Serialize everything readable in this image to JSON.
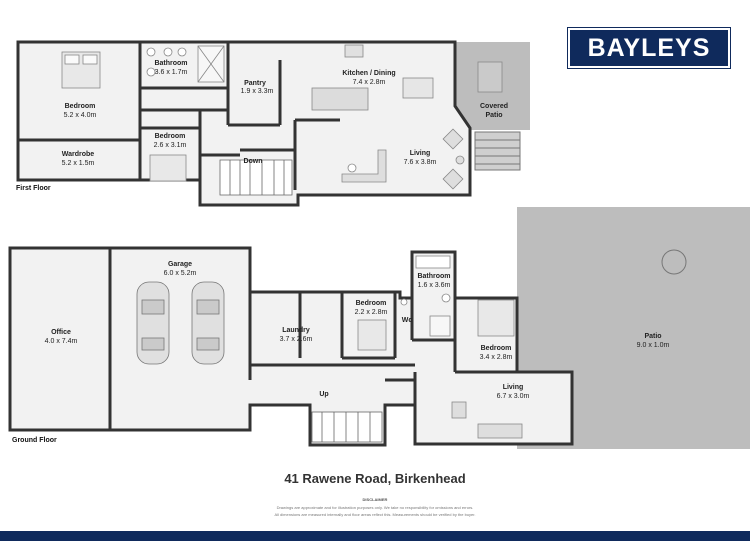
{
  "brand": {
    "logo_text": "BAYLEYS",
    "color": "#0f2a5c"
  },
  "address": "41 Rawene Road, Birkenhead",
  "disclaimer": {
    "title": "DISCLAIMER",
    "line1": "Drawings are approximate and for illustration purposes only. We take no responsibility for omissions and errors.",
    "line2": "All dimensions are measured internally and floor areas reflect this. Measurements should be verified by the buyer."
  },
  "floors": {
    "first": "First Floor",
    "ground": "Ground Floor"
  },
  "rooms": {
    "bedroom1": {
      "name": "Bedroom",
      "dim": "5.2 x 4.0m"
    },
    "wardrobe": {
      "name": "Wardrobe",
      "dim": "5.2 x 1.5m"
    },
    "bathroom1": {
      "name": "Bathroom",
      "dim": "3.6 x 1.7m"
    },
    "pantry": {
      "name": "Pantry",
      "dim": "1.9 x 3.3m"
    },
    "kitchen": {
      "name": "Kitchen / Dining",
      "dim": "7.4 x 2.8m"
    },
    "covered_patio": {
      "name": "Covered",
      "name2": "Patio"
    },
    "bedroom2": {
      "name": "Bedroom",
      "dim": "2.6 x 3.1m"
    },
    "living1": {
      "name": "Living",
      "dim": "7.6 x 3.8m"
    },
    "down": "Down",
    "office": {
      "name": "Office",
      "dim": "4.0 x 7.4m"
    },
    "garage": {
      "name": "Garage",
      "dim": "6.0 x 5.2m"
    },
    "laundry": {
      "name": "Laundry",
      "dim": "3.7 x 2.6m"
    },
    "bedroom3": {
      "name": "Bedroom",
      "dim": "2.2 x 2.8m"
    },
    "wc": "Wc",
    "bathroom2": {
      "name": "Bathroom",
      "dim": "1.6 x 3.6m"
    },
    "bedroom4": {
      "name": "Bedroom",
      "dim": "3.4 x 2.8m"
    },
    "patio": {
      "name": "Patio",
      "dim": "9.0 x 1.0m"
    },
    "living2": {
      "name": "Living",
      "dim": "6.7 x 3.0m"
    },
    "up": "Up"
  }
}
